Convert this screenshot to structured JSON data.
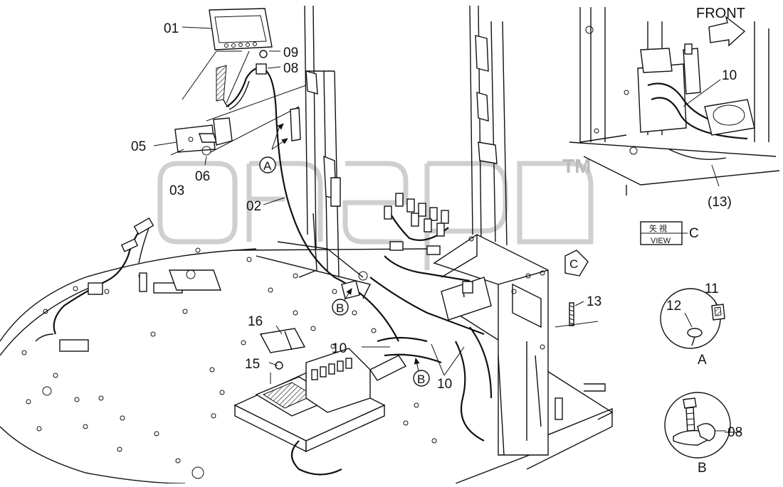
{
  "part_labels": {
    "p01": "01",
    "p02": "02",
    "p03": "03",
    "p05": "05",
    "p06": "06",
    "p08": "08",
    "p09": "09",
    "p10a": "10",
    "p10b": "10",
    "p10c": "10",
    "p11": "11",
    "p12": "12",
    "p13": "13",
    "p13b": "(13)",
    "p15": "15",
    "p16": "16",
    "p08b": "08"
  },
  "callouts": {
    "a1": "A",
    "b1": "B",
    "b2": "B",
    "c1": "C"
  },
  "detail_labels": {
    "detail_a": "A",
    "detail_b": "B"
  },
  "view_box": {
    "kanji": "矢 視",
    "view": "VIEW",
    "letter": "C"
  },
  "front_label": "FRONT",
  "watermark": {
    "tm": "TM"
  }
}
